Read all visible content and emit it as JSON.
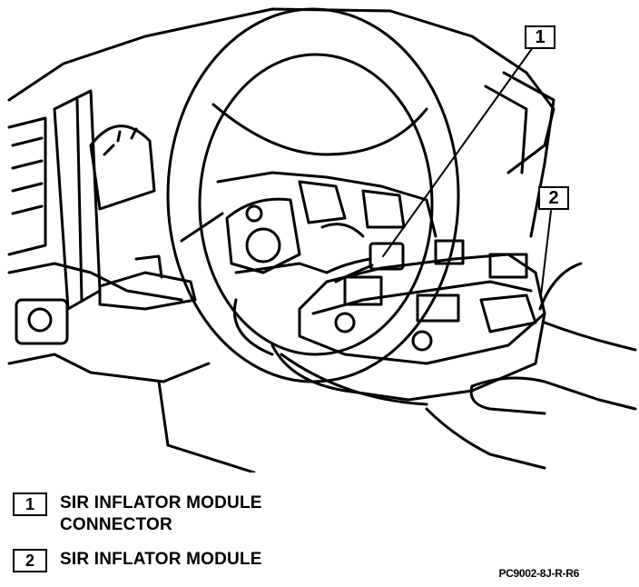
{
  "callouts": [
    {
      "number": "1"
    },
    {
      "number": "2"
    }
  ],
  "legend": [
    {
      "number": "1",
      "lines": [
        "SIR INFLATOR MODULE",
        "CONNECTOR"
      ]
    },
    {
      "number": "2",
      "lines": [
        "SIR INFLATOR MODULE"
      ]
    }
  ],
  "reference_code": "PC9002-8J-R-R6",
  "colors": {
    "ink": "#000000",
    "background": "#ffffff"
  }
}
